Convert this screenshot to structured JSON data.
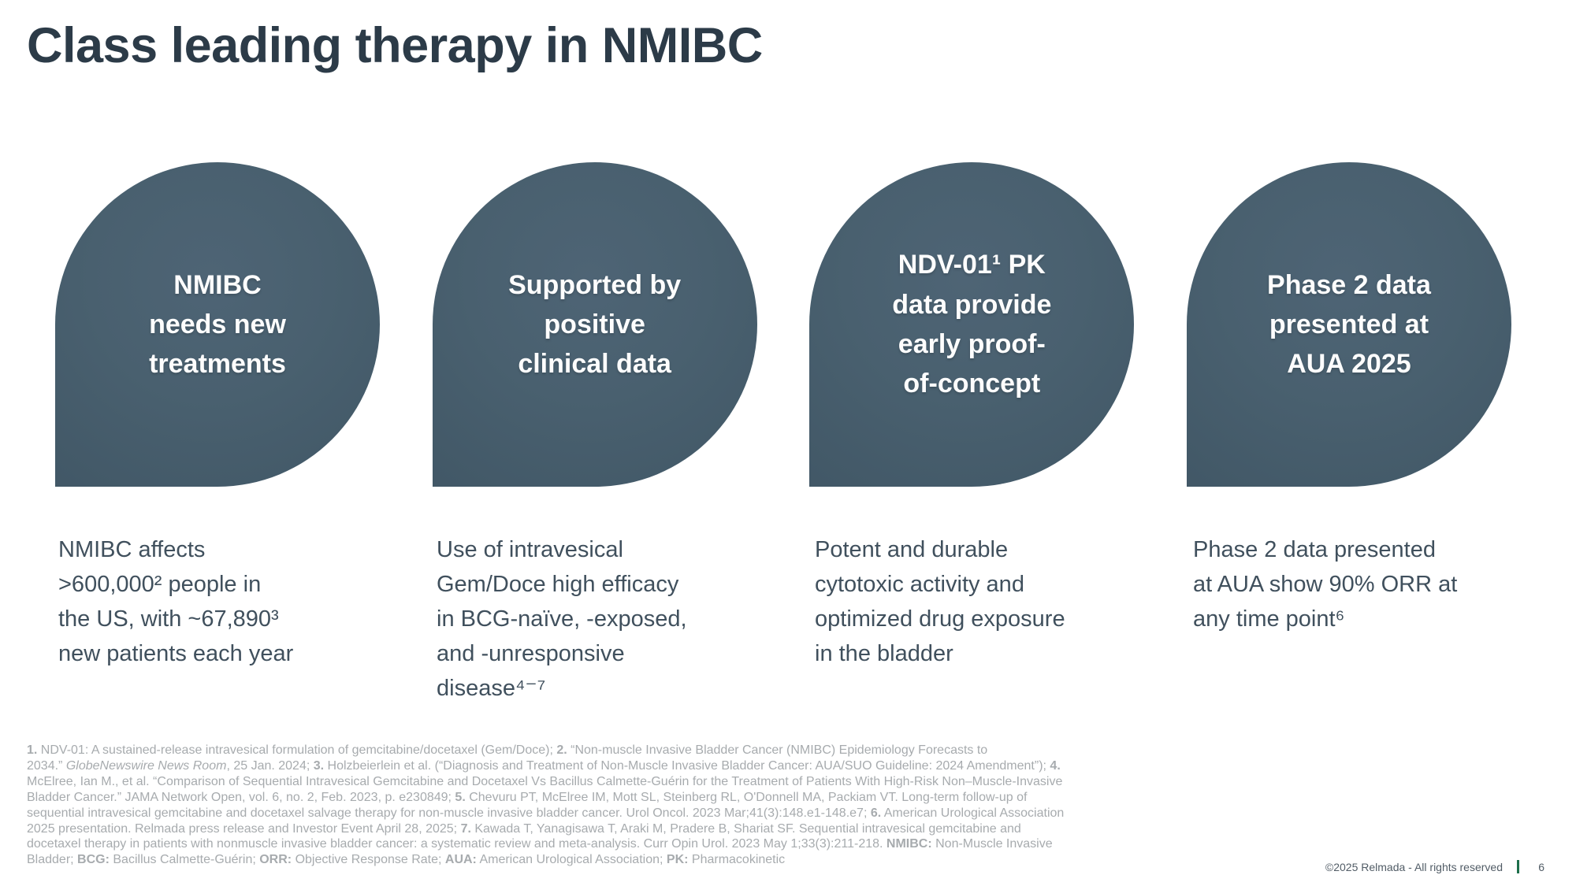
{
  "slide": {
    "title": "Class leading therapy in NMIBC",
    "colors": {
      "bubble_fill": "#49606f",
      "title_text": "#2c3b48",
      "body_text": "#40505d",
      "footnote_text": "#a7abae",
      "accent_green": "#1d6f4b"
    },
    "pillars": [
      {
        "bubble": "NMIBC\nneeds new\ntreatments",
        "desc": "NMIBC affects\n>600,000² people in\nthe US, with ~67,890³\nnew patients each year"
      },
      {
        "bubble": "Supported by\npositive\nclinical data",
        "desc": "Use of intravesical\nGem/Doce high efficacy\nin BCG-naïve, -exposed,\nand -unresponsive\ndisease⁴⁻⁷"
      },
      {
        "bubble": "NDV-01¹ PK\ndata provide\nearly proof-\nof-concept",
        "desc": "Potent and durable\ncytotoxic activity and\noptimized drug exposure\nin the bladder"
      },
      {
        "bubble": "Phase 2 data\npresented at\nAUA 2025",
        "desc": "Phase 2 data presented\nat AUA show 90% ORR at\nany time point⁶"
      }
    ],
    "footnotes": [
      [
        {
          "t": "1.",
          "b": true
        },
        {
          "t": "  NDV-01: A sustained-release intravesical formulation of gemcitabine/docetaxel (Gem/Doce); "
        },
        {
          "t": "2.",
          "b": true
        },
        {
          "t": " “Non-muscle Invasive Bladder Cancer (NMIBC) Epidemiology Forecasts to"
        }
      ],
      [
        {
          "t": "2034.” "
        },
        {
          "t": "GlobeNewswire News Room",
          "i": true
        },
        {
          "t": ", 25 Jan. 2024; "
        },
        {
          "t": "3.",
          "b": true
        },
        {
          "t": " Holzbeierlein et al. (“Diagnosis and Treatment of Non-Muscle Invasive Bladder Cancer: AUA/SUO Guideline: 2024 Amendment”); "
        },
        {
          "t": "4.",
          "b": true
        }
      ],
      [
        {
          "t": "McElree, Ian M., et al. “Comparison of Sequential Intravesical Gemcitabine and Docetaxel Vs Bacillus Calmette-Guérin for the Treatment of Patients With High-Risk Non–Muscle-Invasive"
        }
      ],
      [
        {
          "t": "Bladder Cancer.” JAMA Network Open, vol. 6, no. 2, Feb. 2023, p. e230849; "
        },
        {
          "t": "5.",
          "b": true
        },
        {
          "t": " Chevuru PT, McElree IM, Mott SL, Steinberg RL, O'Donnell MA, Packiam VT. Long-term follow-up of"
        }
      ],
      [
        {
          "t": "sequential intravesical gemcitabine and docetaxel salvage therapy for non-muscle invasive bladder cancer. Urol Oncol. 2023 Mar;41(3):148.e1-148.e7; "
        },
        {
          "t": "6.",
          "b": true
        },
        {
          "t": " American Urological Association"
        }
      ],
      [
        {
          "t": "2025 presentation. Relmada press release and Investor Event April 28, 2025; "
        },
        {
          "t": "7.",
          "b": true
        },
        {
          "t": " Kawada T, Yanagisawa T, Araki M, Pradere B, Shariat SF. Sequential intravesical gemcitabine and"
        }
      ],
      [
        {
          "t": "docetaxel therapy in patients with nonmuscle invasive bladder cancer: a systematic review and meta-analysis. Curr Opin Urol. 2023 May 1;33(3):211-218.  "
        },
        {
          "t": "NMIBC:",
          "b": true
        },
        {
          "t": " Non-Muscle Invasive"
        }
      ],
      [
        {
          "t": "Bladder; "
        },
        {
          "t": "BCG:",
          "b": true
        },
        {
          "t": " Bacillus Calmette-Guérin; "
        },
        {
          "t": "ORR:",
          "b": true
        },
        {
          "t": " Objective Response Rate; "
        },
        {
          "t": "AUA:",
          "b": true
        },
        {
          "t": " American Urological Association; "
        },
        {
          "t": "PK:",
          "b": true
        },
        {
          "t": " Pharmacokinetic"
        }
      ]
    ],
    "footer": {
      "copyright": "©2025 Relmada - All rights reserved",
      "page_number": "6"
    }
  }
}
